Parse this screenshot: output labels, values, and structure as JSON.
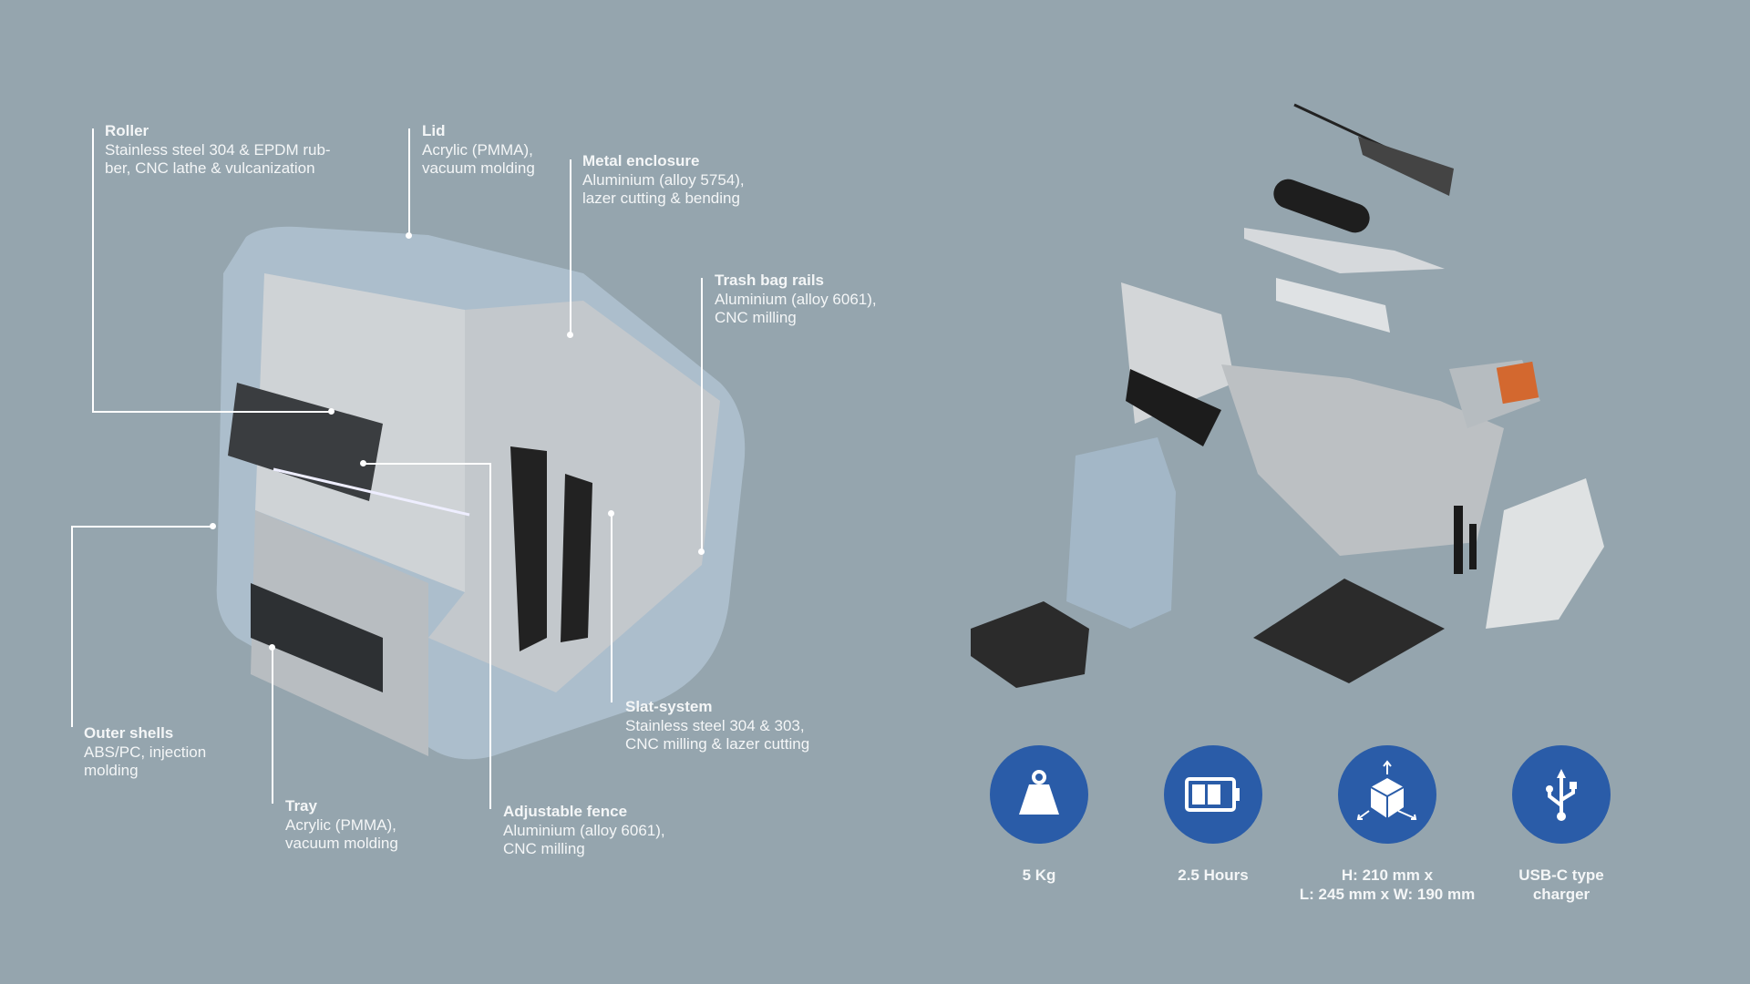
{
  "callouts": {
    "roller": {
      "title": "Roller",
      "desc": "Stainless steel 304 & EPDM rub-\nber, CNC lathe & vulcanization"
    },
    "lid": {
      "title": "Lid",
      "desc": "Acrylic (PMMA),\nvacuum molding"
    },
    "metal_enclosure": {
      "title": "Metal enclosure",
      "desc": "Aluminium (alloy 5754),\nlazer cutting & bending"
    },
    "trash_bag_rails": {
      "title": "Trash bag rails",
      "desc": "Aluminium (alloy 6061),\nCNC milling"
    },
    "slat_system": {
      "title": "Slat-system",
      "desc": "Stainless steel 304 & 303,\nCNC milling & lazer cutting"
    },
    "adjustable_fence": {
      "title": "Adjustable fence",
      "desc": "Aluminium (alloy 6061),\nCNC milling"
    },
    "tray": {
      "title": "Tray",
      "desc": "Acrylic (PMMA),\nvacuum molding"
    },
    "outer_shells": {
      "title": "Outer shells",
      "desc": "ABS/PC, injection\nmolding"
    }
  },
  "specs": [
    {
      "icon": "weight-icon",
      "label": "5 Kg"
    },
    {
      "icon": "battery-icon",
      "label": "2.5 Hours"
    },
    {
      "icon": "dimensions-cube-icon",
      "label": "H: 210 mm x\nL: 245 mm x W: 190 mm"
    },
    {
      "icon": "usb-icon",
      "label": "USB-C type\ncharger"
    }
  ],
  "colors": {
    "background": "#95a5ae",
    "accent": "#2a5ca8"
  }
}
